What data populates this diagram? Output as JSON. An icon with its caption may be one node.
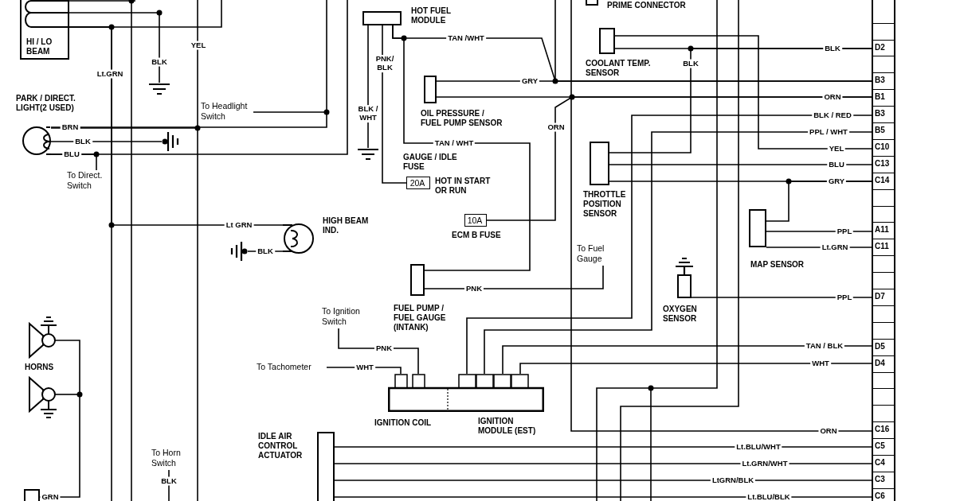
{
  "diagram": {
    "nodes": [
      {
        "text": [
          "HI / LO BEAM"
        ]
      },
      {
        "text": [
          "PARK / DIRECT. LIGHT(2 USED)"
        ]
      },
      {
        "text": [
          "To Direct. Switch"
        ]
      },
      {
        "text": [
          "To Headlight Switch"
        ]
      },
      {
        "text": [
          "HIGH BEAM IND."
        ]
      },
      {
        "text": [
          "HORNS"
        ]
      },
      {
        "text": [],
        "shape": "box"
      },
      {
        "text": [
          "To Horn Switch"
        ]
      },
      {
        "text": [
          "HOT FUEL MODULE"
        ]
      },
      {
        "text": [
          "OIL PRESSURE / FUEL PUMP SENSOR"
        ]
      },
      {
        "text": [
          "20A"
        ],
        "beside": [
          "GAUGE / IDLE FUSE",
          "HOT IN START OR RUN"
        ]
      },
      {
        "text": [
          "10A"
        ],
        "beside": [
          "ECM B FUSE"
        ]
      },
      {
        "text": [
          "FUEL PUMP / FUEL GAUGE (INTANK)"
        ]
      },
      {
        "text": [
          "To Fuel Gauge"
        ]
      },
      {
        "text": [
          "To Ignition Switch"
        ]
      },
      {
        "text": [
          "To Tachometer"
        ]
      },
      {
        "text": [
          "IGNITION COIL"
        ]
      },
      {
        "text": [
          "IGNITION MODULE (EST)"
        ]
      },
      {
        "text": [
          "IDLE AIR CONTROL ACTUATOR"
        ]
      },
      {
        "text": [
          "PRIME CONNECTOR"
        ]
      },
      {
        "text": [
          "COOLANT TEMP. SENSOR"
        ]
      },
      {
        "text": [
          "THROTTLE POSITION SENSOR"
        ]
      },
      {
        "text": [
          "MAP SENSOR"
        ]
      },
      {
        "text": [
          "OXYGEN SENSOR"
        ]
      },
      {
        "text": [],
        "shape": "box"
      },
      {
        "text": [],
        "shape": "box",
        "in": 24
      },
      {
        "text": [],
        "shape": "box",
        "in": 24
      },
      {
        "text": [
          "D2"
        ],
        "in": 24
      },
      {
        "text": [],
        "shape": "box",
        "in": 24
      },
      {
        "text": [
          "B3"
        ],
        "in": 24
      },
      {
        "text": [
          "B1"
        ],
        "in": 24
      },
      {
        "text": [
          "B3"
        ],
        "in": 24
      },
      {
        "text": [
          "B5"
        ],
        "in": 24
      },
      {
        "text": [
          "C10"
        ],
        "in": 24
      },
      {
        "text": [
          "C13"
        ],
        "in": 24
      },
      {
        "text": [
          "C14"
        ],
        "in": 24
      },
      {
        "text": [],
        "shape": "box",
        "in": 24
      },
      {
        "text": [],
        "shape": "box",
        "in": 24
      },
      {
        "text": [
          "A11"
        ],
        "in": 24
      },
      {
        "text": [
          "C11"
        ],
        "in": 24
      },
      {
        "text": [],
        "shape": "box",
        "in": 24
      },
      {
        "text": [],
        "shape": "box",
        "in": 24
      },
      {
        "text": [
          "D7"
        ],
        "in": 24
      },
      {
        "text": [],
        "shape": "box",
        "in": 24
      },
      {
        "text": [],
        "shape": "box",
        "in": 24
      },
      {
        "text": [
          "D5"
        ],
        "in": 24
      },
      {
        "text": [
          "D4"
        ],
        "in": 24
      },
      {
        "text": [],
        "shape": "box",
        "in": 24
      },
      {
        "text": [],
        "shape": "box",
        "in": 24
      },
      {
        "text": [],
        "shape": "box",
        "in": 24
      },
      {
        "text": [
          "C16"
        ],
        "in": 24
      },
      {
        "text": [
          "C5"
        ],
        "in": 24
      },
      {
        "text": [
          "C4"
        ],
        "in": 24
      },
      {
        "text": [
          "C3"
        ],
        "in": 24
      },
      {
        "text": [
          "C6"
        ],
        "in": 24
      },
      {
        "text": [],
        "shape": "ground"
      },
      {
        "text": [],
        "shape": "ground"
      },
      {
        "text": [],
        "shape": "ground"
      },
      {
        "text": [],
        "shape": "ground"
      }
    ],
    "edges": [
      {
        "from": 0,
        "to": null,
        "arrow": "none",
        "label": "Lt.GRN"
      },
      {
        "from": 0,
        "to": 4,
        "arrow": "none",
        "label": "Lt GRN"
      },
      {
        "from": 0,
        "to": 55,
        "arrow": "none",
        "label": "BLK"
      },
      {
        "from": null,
        "to": 1,
        "arrow": "none",
        "label": "YEL"
      },
      {
        "from": 1,
        "to": 3,
        "arrow": "none",
        "label": "BRN"
      },
      {
        "from": 1,
        "to": 56,
        "arrow": "none",
        "label": "BLK"
      },
      {
        "from": 1,
        "to": 2,
        "arrow": "none",
        "label": "BLU"
      },
      {
        "from": 1,
        "to": null,
        "arrow": "none"
      },
      {
        "from": 4,
        "to": 57,
        "arrow": "none",
        "label": "BLK"
      },
      {
        "from": 5,
        "to": 6,
        "arrow": "none",
        "label": "GRN"
      },
      {
        "from": 7,
        "to": null,
        "arrow": "none",
        "label": "BLK"
      },
      {
        "from": 8,
        "to": 58,
        "arrow": "none",
        "label": "BLK / WHT"
      },
      {
        "from": 8,
        "to": 10,
        "arrow": "none",
        "label": "PNK/ BLK"
      },
      {
        "from": 8,
        "to": 12,
        "arrow": "none",
        "label": "TAN / WHT"
      },
      {
        "from": 8,
        "to": 29,
        "arrow": "none",
        "label": "TAN /WHT"
      },
      {
        "from": 9,
        "to": 29,
        "arrow": "none",
        "label": "GRY"
      },
      {
        "from": 9,
        "to": 30,
        "arrow": "none",
        "label": "ORN"
      },
      {
        "from": 11,
        "to": 30,
        "arrow": "none",
        "label": "ORN"
      },
      {
        "from": 12,
        "to": 13,
        "arrow": "none",
        "label": "PNK"
      },
      {
        "from": 14,
        "to": 16,
        "arrow": "none",
        "label": "PNK"
      },
      {
        "from": 15,
        "to": 16,
        "arrow": "none",
        "label": "WHT"
      },
      {
        "from": 17,
        "to": 31,
        "arrow": "none",
        "label": "BLK / RED"
      },
      {
        "from": 17,
        "to": 32,
        "arrow": "none",
        "label": "PPL / WHT"
      },
      {
        "from": 17,
        "to": 45,
        "arrow": "none",
        "label": "TAN / BLK"
      },
      {
        "from": 17,
        "to": 46,
        "arrow": "none",
        "label": "WHT"
      },
      {
        "from": 18,
        "to": 51,
        "arrow": "none",
        "label": "Lt.BLU/WHT"
      },
      {
        "from": 18,
        "to": 52,
        "arrow": "none",
        "label": "Lt.GRN/WHT"
      },
      {
        "from": 18,
        "to": 53,
        "arrow": "none",
        "label": "LtGRN/BLK"
      },
      {
        "from": 18,
        "to": 54,
        "arrow": "none",
        "label": "Lt.BLU/BLK"
      },
      {
        "from": null,
        "to": 50,
        "arrow": "none",
        "label": "ORN"
      },
      {
        "from": 20,
        "to": 27,
        "arrow": "none",
        "label": "BLK"
      },
      {
        "from": 20,
        "to": 33,
        "arrow": "none",
        "label": "YEL"
      },
      {
        "from": 21,
        "to": 27,
        "arrow": "none",
        "label": "BLK"
      },
      {
        "from": 21,
        "to": 34,
        "arrow": "none",
        "label": "BLU"
      },
      {
        "from": 21,
        "to": 35,
        "arrow": "none",
        "label": "GRY"
      },
      {
        "from": 22,
        "to": 35,
        "arrow": "none"
      },
      {
        "from": 22,
        "to": 38,
        "arrow": "none",
        "label": "PPL"
      },
      {
        "from": 22,
        "to": 39,
        "arrow": "none",
        "label": "Lt.GRN"
      },
      {
        "from": 23,
        "to": 42,
        "arrow": "none",
        "label": "PPL"
      }
    ]
  }
}
